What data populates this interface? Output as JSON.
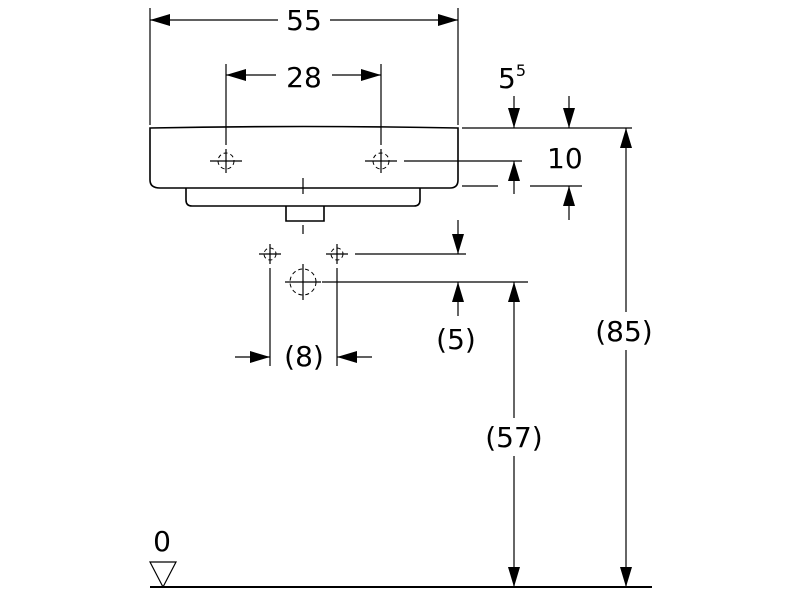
{
  "dimensions": {
    "overall_width": "55",
    "tap_hole_spacing": "28",
    "rim_offset_base": "5",
    "rim_offset_sup": "5",
    "tap_hole_depth": "10",
    "waste_connection_spacing": "(8)",
    "waste_offset": "(5)",
    "waste_height": "(57)",
    "rim_height": "(85)",
    "floor_level": "0"
  }
}
